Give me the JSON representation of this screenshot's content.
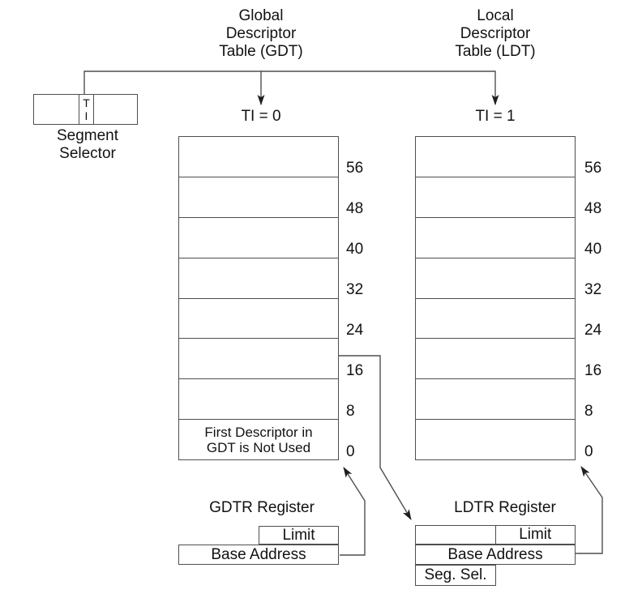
{
  "header": {
    "gdt_title": "Global\nDescriptor\nTable (GDT)",
    "ldt_title": "Local\nDescriptor\nTable (LDT)",
    "gdt_ti": "TI = 0",
    "ldt_ti": "TI = 1"
  },
  "selector": {
    "label": "Segment\nSelector",
    "ti_bit": "T\nI"
  },
  "gdt": {
    "offsets": [
      "56",
      "48",
      "40",
      "32",
      "24",
      "16",
      "8",
      "0"
    ],
    "note": "First Descriptor in\nGDT is Not Used"
  },
  "ldt": {
    "offsets": [
      "56",
      "48",
      "40",
      "32",
      "24",
      "16",
      "8",
      "0"
    ]
  },
  "gdtr": {
    "title": "GDTR Register",
    "limit_label": "Limit",
    "base_label": "Base Address"
  },
  "ldtr": {
    "title": "LDTR Register",
    "limit_label": "Limit",
    "base_label": "Base Address",
    "seg_sel_label": "Seg. Sel."
  },
  "colors": {
    "line": "#4f4f4f",
    "text": "#121212",
    "background": "#ffffff"
  }
}
